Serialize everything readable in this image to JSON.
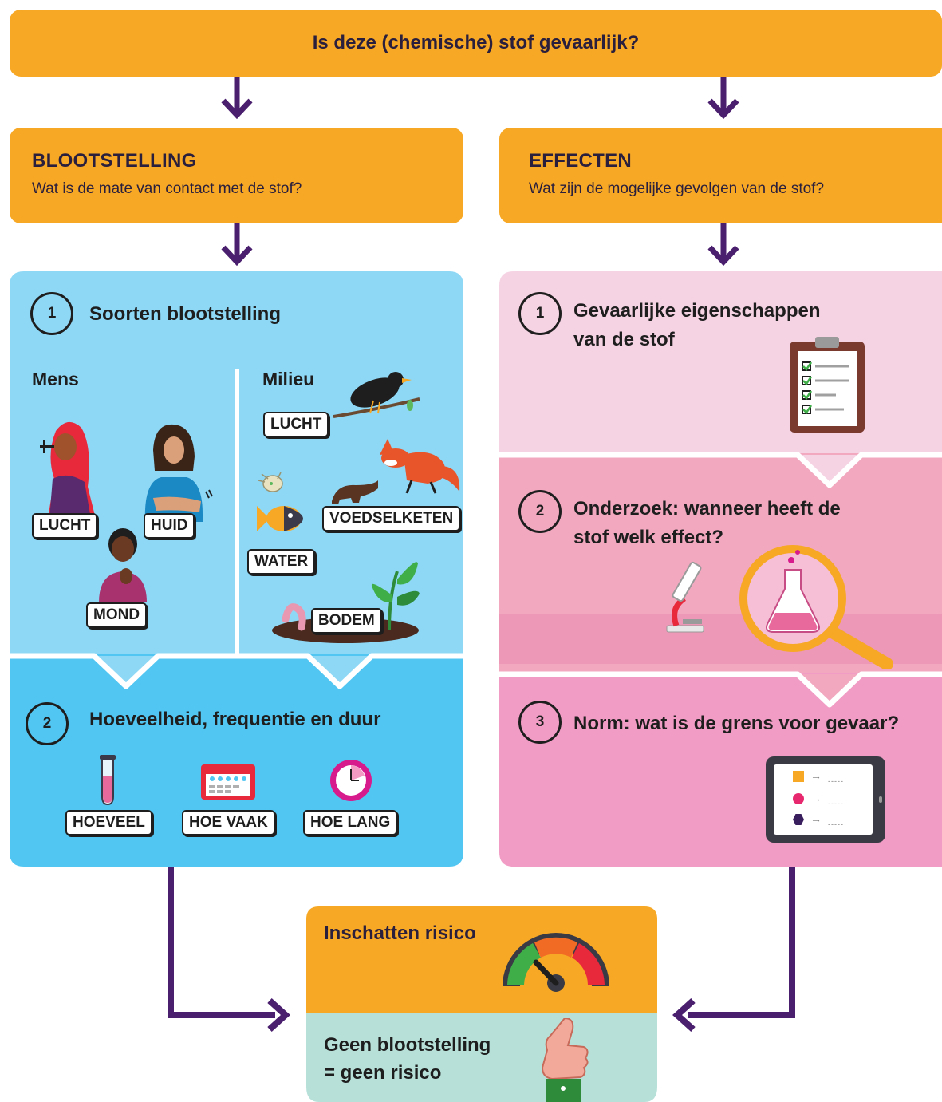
{
  "top_question": "Is deze (chemische) stof gevaarlijk?",
  "left_header": {
    "title": "BLOOTSTELLING",
    "subtitle": "Wat is de mate van contact met de stof?"
  },
  "right_header": {
    "title": "EFFECTEN",
    "subtitle": "Wat zijn de mogelijke gevolgen van de stof?"
  },
  "left_panel": {
    "step1": {
      "number": "1",
      "title": "Soorten blootstelling"
    },
    "mens": {
      "heading": "Mens",
      "labels": [
        "LUCHT",
        "HUID",
        "MOND"
      ]
    },
    "milieu": {
      "heading": "Milieu",
      "labels": [
        "LUCHT",
        "VOEDSELKETEN",
        "WATER",
        "BODEM"
      ]
    },
    "step2": {
      "number": "2",
      "title": "Hoeveelheid, frequentie en duur"
    },
    "measures": [
      "HOEVEEL",
      "HOE VAAK",
      "HOE LANG"
    ]
  },
  "right_panel": {
    "step1": {
      "number": "1",
      "line1": "Gevaarlijke eigenschappen",
      "line2": "van de stof"
    },
    "step2": {
      "number": "2",
      "line1": "Onderzoek: wanneer heeft de",
      "line2": "stof welk effect?"
    },
    "step3": {
      "number": "3",
      "title": "Norm: wat is de grens voor gevaar?"
    },
    "tablet_rows": [
      "-----",
      "-----",
      "-----"
    ]
  },
  "result": {
    "risk_title": "Inschatten risico",
    "no_exposure_line1": "Geen blootstelling",
    "no_exposure_line2": "= geen risico"
  },
  "colors": {
    "orange": "#f7a824",
    "purple_arrow": "#4a1f6e",
    "blue_light": "#8ed8f6",
    "blue_dark": "#52c6f2",
    "pink_light": "#f6d3e3",
    "pink_mid": "#f2a9c0",
    "pink_dark": "#f19cc4",
    "mint": "#b7e1d8"
  },
  "icons": [
    "arrow-down-icon",
    "woman-icon",
    "man-icon",
    "bird-icon",
    "fox-icon",
    "otter-icon",
    "fish-icon",
    "plankton-icon",
    "plant-icon",
    "worm-icon",
    "test-tube-icon",
    "calendar-icon",
    "clock-icon",
    "clipboard-icon",
    "microscope-icon",
    "magnifier-flask-icon",
    "tablet-icon",
    "gauge-icon",
    "thumbs-up-icon"
  ]
}
